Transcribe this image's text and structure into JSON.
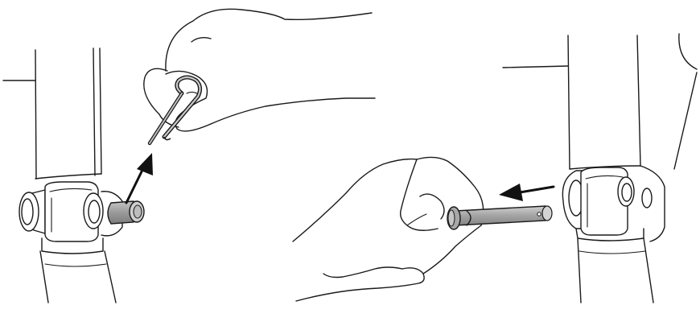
{
  "figure": {
    "panels": [
      {
        "id": "left",
        "step": "remove-cotter-pin",
        "arrow": "up-right"
      },
      {
        "id": "right",
        "step": "remove-clevis-pin",
        "arrow": "left"
      }
    ],
    "colors": {
      "line": "#1a1a1a",
      "pin_gray": "#9a9a9a",
      "pin_gray_light": "#c4c4c4",
      "arrow": "#111111",
      "background": "#ffffff"
    },
    "icons": [
      "cotter-pin-icon",
      "clevis-pin-icon",
      "hand-icon",
      "arrow-icon"
    ]
  }
}
